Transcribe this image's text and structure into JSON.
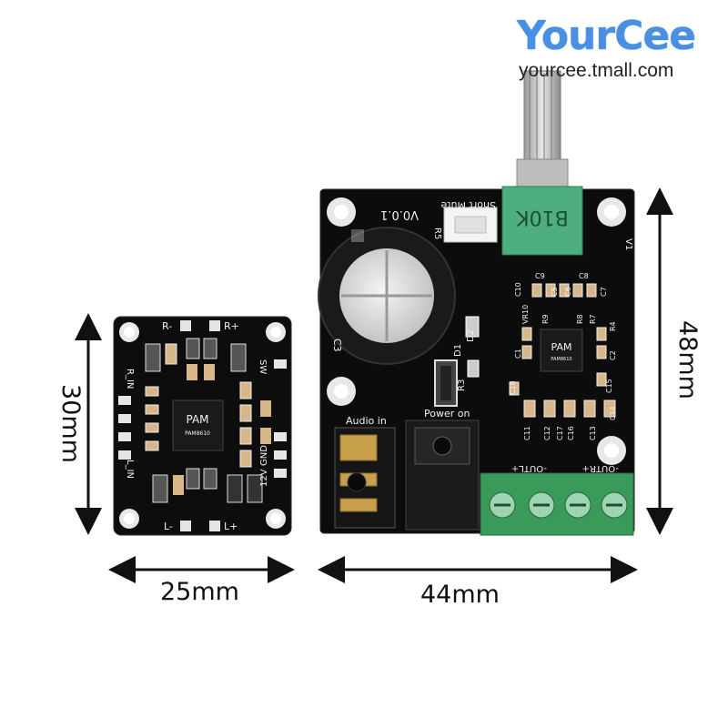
{
  "brand": {
    "logo_text": "YourCee",
    "url": "yourcee.tmall.com",
    "logo_color": "#4a90e2"
  },
  "dimensions": {
    "small_height": "30mm",
    "small_width": "25mm",
    "large_width": "44mm",
    "large_height": "48mm"
  },
  "small_board": {
    "labels": {
      "r_minus": "R-",
      "r_plus": "R+",
      "l_minus": "L-",
      "l_plus": "L+",
      "r_in": "R_IN",
      "l_in": "L_IN",
      "gnd": "GND",
      "v12": "12V",
      "sw": "SW",
      "chip_brand": "PAM",
      "chip_text": "PAM8610"
    }
  },
  "large_board": {
    "labels": {
      "version": "V0.0.1",
      "short_mute": "Short Mute",
      "pot_value": "B10K",
      "audio_in": "Audio in",
      "power_on": "Power on",
      "out_l": "-OUTL+",
      "out_r": "-OUTR+",
      "c3": "C3",
      "d1": "D1",
      "d2": "D2",
      "r3": "R3",
      "r5": "R5",
      "v1": "V1",
      "chip_brand": "PAM",
      "chip_text": "PAM8610",
      "c10": "C10",
      "c9": "C9",
      "c8": "C8",
      "c7": "C7",
      "c6": "C6",
      "c5": "C5",
      "c1": "C1",
      "c2": "C2",
      "c18": "C18",
      "c15": "C15",
      "c14": "C14",
      "c11": "C11",
      "c12": "C12",
      "c17": "C17",
      "c16": "C16",
      "c13": "C13",
      "r9": "R9",
      "r8": "R8",
      "r7": "R7",
      "r4": "R4",
      "vr10": "VR10"
    }
  },
  "colors": {
    "pcb": "#0c0c0c",
    "terminal": "#3a9a5a",
    "pot_body": "#4fae80",
    "arrow": "#111111"
  }
}
